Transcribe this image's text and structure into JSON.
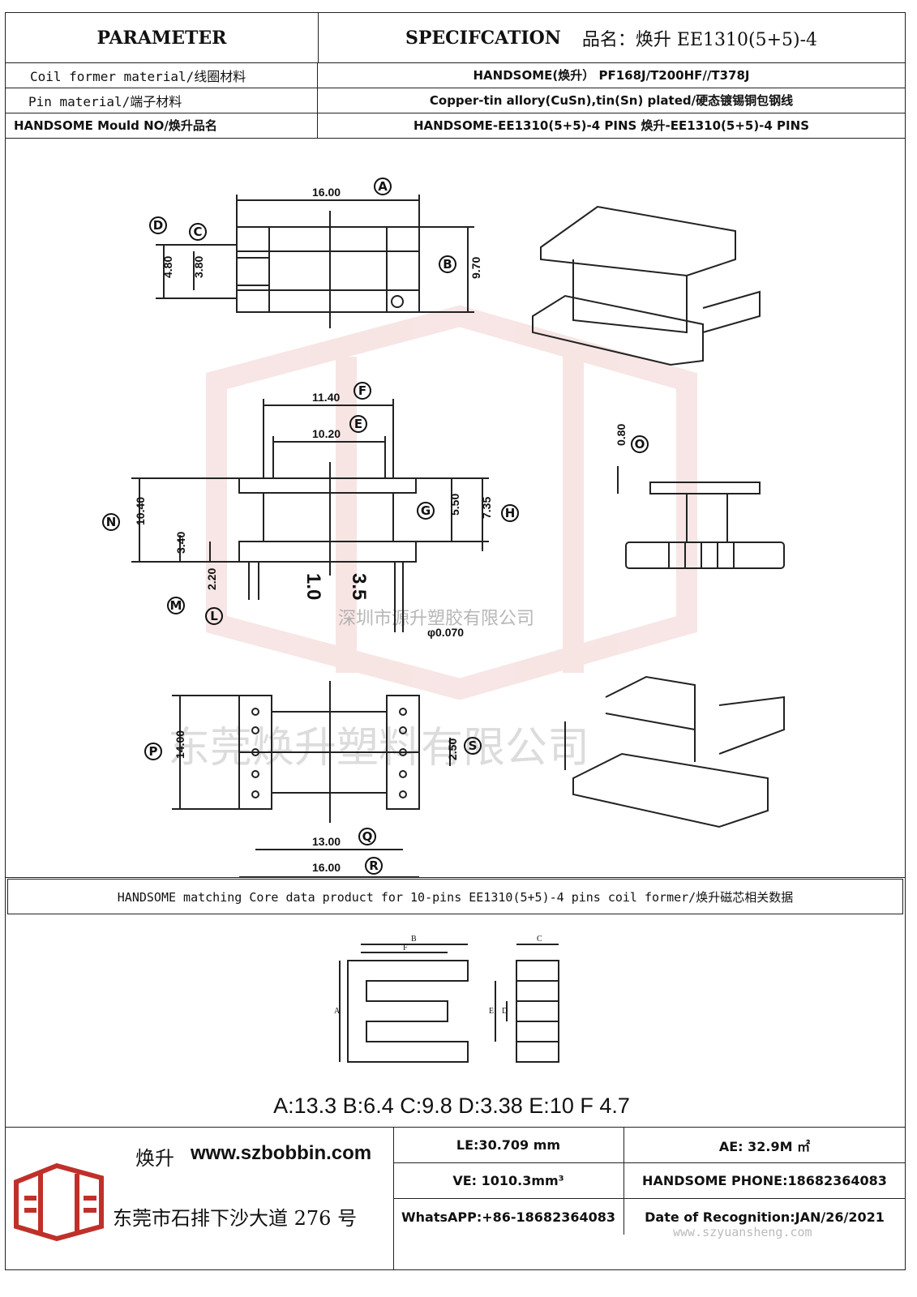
{
  "header": {
    "parameter": "PARAMETER",
    "specification": "SPECIFCATION",
    "product_name": "品名：焕升 EE1310(5+5)-4"
  },
  "rows": [
    {
      "label": "Coil former material/线圈材料",
      "value": "HANDSOME(焕升）  PF168J/T200HF//T378J"
    },
    {
      "label": "Pin material/端子材料",
      "value": "Copper-tin allory(CuSn),tin(Sn) plated/硬态镀锡铜包钢线"
    },
    {
      "label": "HANDSOME Mould NO/焕升品名",
      "value": "HANDSOME-EE1310(5+5)-4 PINS    焕升-EE1310(5+5)-4 PINS"
    }
  ],
  "drawing": {
    "top_view": {
      "A": "16.00",
      "B": "9.70",
      "C": "3.80",
      "D": "4.80"
    },
    "side_view": {
      "F": "11.40",
      "E": "10.20",
      "N": "10.40",
      "M": "3.40",
      "L": "2.20",
      "G": "5.50",
      "H": "7.35",
      "pin_a": "1.0",
      "pin_b": "3.5",
      "pin_dia": "φ0.070",
      "O": "0.80"
    },
    "bottom_view": {
      "P": "14.00",
      "S": "2.50",
      "Q": "13.00",
      "R": "16.00"
    },
    "labels": [
      "A",
      "B",
      "C",
      "D",
      "E",
      "F",
      "G",
      "H",
      "L",
      "M",
      "N",
      "O",
      "P",
      "Q",
      "R",
      "S"
    ],
    "watermark_company_1": "深圳市源升塑胶有限公司",
    "watermark_company_2": "东莞焕升塑料有限公司"
  },
  "matching_line": "HANDSOME matching Core data  product for 10-pins EE1310(5+5)-4 pins coil former/焕升磁芯相关数据",
  "core": {
    "dims_text": "A:13.3 B:6.4 C:9.8 D:3.38 E:10 F 4.7",
    "letters": [
      "A",
      "B",
      "C",
      "D",
      "E",
      "F"
    ]
  },
  "footer": {
    "brand_name": "焕升",
    "website": "www.szbobbin.com",
    "address": "东莞市石排下沙大道 276 号",
    "le": "LE:30.709 mm",
    "ae": "AE: 32.9M ㎡",
    "ve": "VE: 1010.3mm³",
    "phone": "HANDSOME PHONE:18682364083",
    "whatsapp": "WhatsAPP:+86-18682364083",
    "date": "Date of Recognition:JAN/26/2021",
    "watermark_url": "www.szyuansheng.com"
  }
}
